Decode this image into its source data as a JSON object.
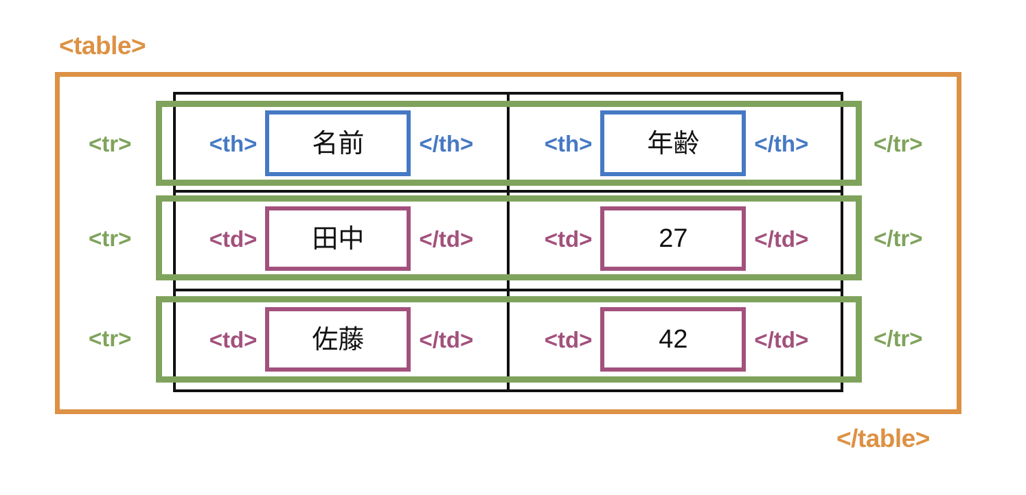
{
  "diagram": {
    "title_tag_open": "<table>",
    "title_tag_close": "</table>",
    "colors": {
      "table": "#DD9144",
      "row": "#7FA35C",
      "header_cell": "#4679C4",
      "data_cell": "#A2517C",
      "grid": "#111111"
    },
    "rows": [
      {
        "open_label": "<tr>",
        "close_label": "</tr>",
        "cells": [
          {
            "open_label": "<th>",
            "close_label": "</th>",
            "value": "名前",
            "kind": "header"
          },
          {
            "open_label": "<th>",
            "close_label": "</th>",
            "value": "年齢",
            "kind": "header"
          }
        ]
      },
      {
        "open_label": "<tr>",
        "close_label": "</tr>",
        "cells": [
          {
            "open_label": "<td>",
            "close_label": "</td>",
            "value": "田中",
            "kind": "data"
          },
          {
            "open_label": "<td>",
            "close_label": "</td>",
            "value": "27",
            "kind": "data"
          }
        ]
      },
      {
        "open_label": "<tr>",
        "close_label": "</tr>",
        "cells": [
          {
            "open_label": "<td>",
            "close_label": "</td>",
            "value": "佐藤",
            "kind": "data"
          },
          {
            "open_label": "<td>",
            "close_label": "</td>",
            "value": "42",
            "kind": "data"
          }
        ]
      }
    ]
  }
}
